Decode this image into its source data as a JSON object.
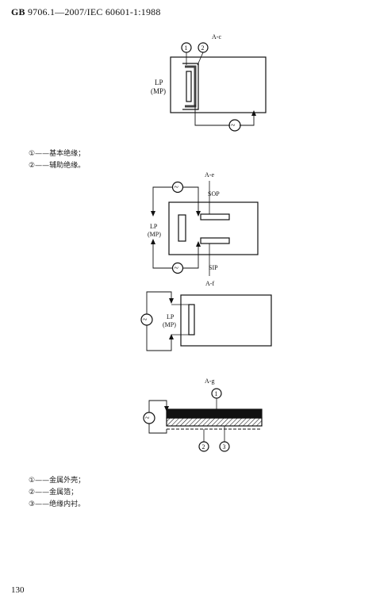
{
  "header": {
    "code": "GB",
    "standard": "9706.1—2007/IEC 60601-1:1988"
  },
  "figures": {
    "ac": {
      "title": "A-c",
      "lp": "LP",
      "mp": "(MP)",
      "callout1": "1",
      "callout2": "2",
      "ac_symbol": "~"
    },
    "ae": {
      "title": "A-e",
      "sop": "SOP",
      "sip": "SIP",
      "lp": "LP",
      "mp": "(MP)",
      "ac_symbol": "~"
    },
    "af": {
      "title": "A-f",
      "lp": "LP",
      "mp": "(MP)",
      "ac_symbol": "~"
    },
    "ag": {
      "title": "A-g",
      "callout1": "1",
      "callout2": "2",
      "callout3": "3",
      "ac_symbol": "~"
    }
  },
  "notes_top": [
    {
      "marker": "①",
      "text": "——基本绝缘；"
    },
    {
      "marker": "②",
      "text": "——辅助绝缘。"
    }
  ],
  "notes_bottom": [
    {
      "marker": "①",
      "text": "——金属外壳；"
    },
    {
      "marker": "②",
      "text": "——金属箔；"
    },
    {
      "marker": "③",
      "text": "——绝缘内衬。"
    }
  ],
  "page_number": "130"
}
